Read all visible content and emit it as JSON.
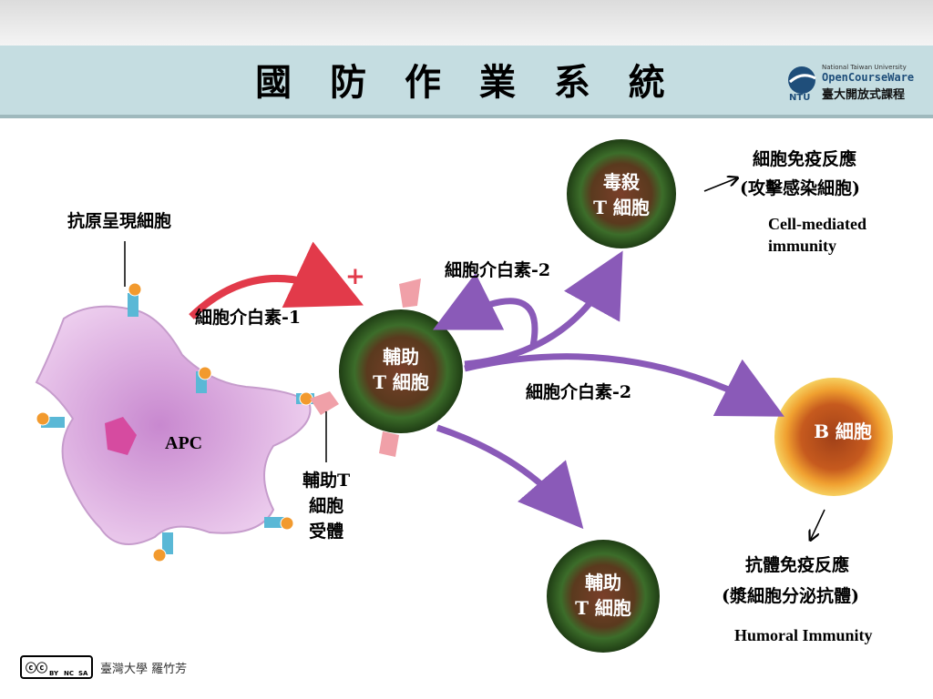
{
  "header": {
    "title": "國 防 作 業 系 統",
    "logo": {
      "line1": "National Taiwan University",
      "line2": "OpenCourseWare",
      "line3": "臺大開放式課程",
      "badge": "NTU"
    }
  },
  "diagram": {
    "apc_label": "抗原呈現細胞",
    "apc_short": "APC",
    "interleukin1": "細胞介白素-1",
    "interleukin2_top": "細胞介白素-2",
    "interleukin2_mid": "細胞介白素-2",
    "helper_t_center": [
      "輔助",
      "T 細胞"
    ],
    "helper_receptor": [
      "輔助T",
      "細胞",
      "受體"
    ],
    "cytotoxic_t": [
      "毒殺",
      "T 細胞"
    ],
    "helper_t_bottom": [
      "輔助",
      "T 細胞"
    ],
    "b_cell": "B 細胞",
    "cell_mediated": {
      "title_line1": "細胞免疫反應",
      "title_line2": "(攻擊感染細胞)",
      "en_line1": "Cell-mediated",
      "en_line2": "immunity"
    },
    "humoral": {
      "title_line1": "抗體免疫反應",
      "title_line2": "(漿細胞分泌抗體)",
      "en": "Humoral Immunity"
    },
    "plus_sign": "+"
  },
  "footer": {
    "license_labels": [
      "BY",
      "NC",
      "SA"
    ],
    "credit": "臺灣大學 羅竹芳"
  },
  "colors": {
    "title_band": "#c5dde1",
    "apc_fill": "#d9a6dc",
    "tcell_fill": "#2f5a24",
    "bcell_fill": "#e8801a",
    "arrow_purple": "#8a5ab8",
    "arrow_red": "#e23a4a"
  }
}
